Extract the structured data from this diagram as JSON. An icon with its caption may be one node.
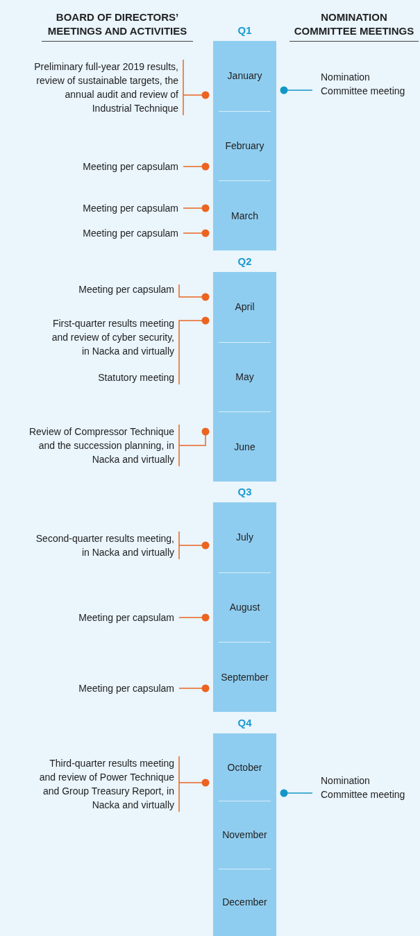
{
  "diagram": {
    "nodes": [
      {
        "text": [
          "Q1"
        ]
      },
      {
        "text": [
          "January"
        ],
        "in": 0
      },
      {
        "text": [
          "February"
        ],
        "in": 0
      },
      {
        "text": [
          "March"
        ],
        "in": 0
      },
      {
        "text": [
          "Q2"
        ]
      },
      {
        "text": [
          "April"
        ],
        "in": 4
      },
      {
        "text": [
          "May"
        ],
        "in": 4
      },
      {
        "text": [
          "June"
        ],
        "in": 4
      },
      {
        "text": [
          "Q3"
        ]
      },
      {
        "text": [
          "July"
        ],
        "in": 8
      },
      {
        "text": [
          "August"
        ],
        "in": 8
      },
      {
        "text": [
          "September"
        ],
        "in": 8
      },
      {
        "text": [
          "Q4"
        ]
      },
      {
        "text": [
          "October"
        ],
        "in": 12
      },
      {
        "text": [
          "November"
        ],
        "in": 12
      },
      {
        "text": [
          "December"
        ],
        "in": 12
      },
      {
        "text": [
          "Preliminary full-year 2019 results, review of sustainable targets, the annual audit and review of Industrial Technique"
        ]
      },
      {
        "text": [
          "Meeting per capsulam"
        ]
      },
      {
        "text": [
          "Meeting per capsulam"
        ]
      },
      {
        "text": [
          "Meeting per capsulam"
        ]
      },
      {
        "text": [
          "Meeting per capsulam"
        ]
      },
      {
        "text": [
          "First-quarter results meeting and review of cyber security, in Nacka and virtually",
          "Statutory meeting"
        ]
      },
      {
        "text": [
          "Review of Compressor Technique and the succession planning, in Nacka and virtually"
        ]
      },
      {
        "text": [
          "Second-quarter results meeting, in Nacka and virtually"
        ]
      },
      {
        "text": [
          "Meeting per capsulam"
        ]
      },
      {
        "text": [
          "Meeting per capsulam"
        ]
      },
      {
        "text": [
          "Third-quarter results meeting and review of Power Technique and Group Treasury Report, in Nacka and virtually"
        ]
      },
      {
        "text": [
          "Nomination Committee meeting"
        ]
      },
      {
        "text": [
          "Nomination Committee meeting"
        ]
      }
    ],
    "edges": [
      {
        "from": 16,
        "to": 1,
        "arrow": "other"
      },
      {
        "from": 17,
        "to": 2,
        "arrow": "other"
      },
      {
        "from": 18,
        "to": 3,
        "arrow": "other"
      },
      {
        "from": 19,
        "to": 3,
        "arrow": "other"
      },
      {
        "from": 20,
        "to": 5,
        "arrow": "other"
      },
      {
        "from": 21,
        "to": 5,
        "arrow": "other"
      },
      {
        "from": 22,
        "to": 7,
        "arrow": "other"
      },
      {
        "from": 23,
        "to": 9,
        "arrow": "other"
      },
      {
        "from": 24,
        "to": 10,
        "arrow": "other"
      },
      {
        "from": 25,
        "to": 11,
        "arrow": "other"
      },
      {
        "from": 26,
        "to": 13,
        "arrow": "other"
      },
      {
        "from": 27,
        "to": 1,
        "arrow": "other",
        "color": "#1296c6"
      },
      {
        "from": 28,
        "to": 13,
        "arrow": "other",
        "color": "#1296c6"
      }
    ],
    "labels": [
      "BOARD OF DIRECTORS’ MEETINGS AND ACTIVITIES",
      "NOMINATION COMMITTEE MEETINGS"
    ]
  }
}
